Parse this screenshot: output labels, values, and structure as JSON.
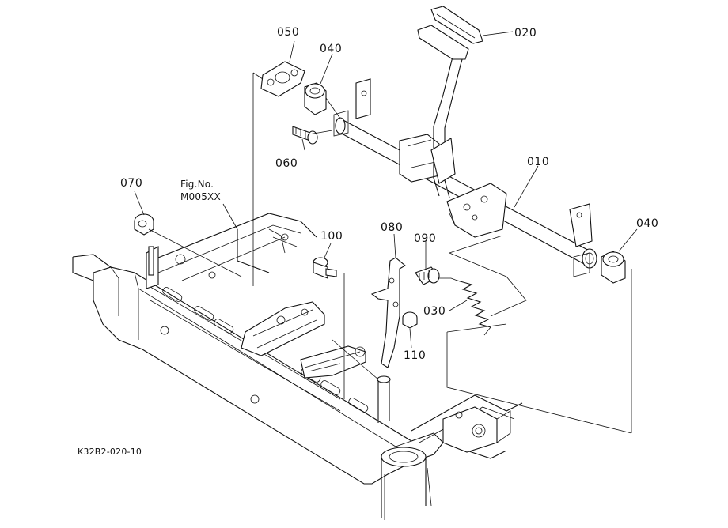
{
  "diagram": {
    "parts": [
      {
        "key": "p010",
        "label": "010"
      },
      {
        "key": "p020",
        "label": "020"
      },
      {
        "key": "p030",
        "label": "030"
      },
      {
        "key": "p040a",
        "label": "040"
      },
      {
        "key": "p040b",
        "label": "040"
      },
      {
        "key": "p050",
        "label": "050"
      },
      {
        "key": "p060",
        "label": "060"
      },
      {
        "key": "p070",
        "label": "070"
      },
      {
        "key": "p080",
        "label": "080"
      },
      {
        "key": "p090",
        "label": "090"
      },
      {
        "key": "p100",
        "label": "100"
      },
      {
        "key": "p110",
        "label": "110"
      }
    ],
    "fig_ref": {
      "line1": "Fig.No.",
      "line2": "M005XX"
    },
    "drawing_code": "K32B2-020-10"
  }
}
